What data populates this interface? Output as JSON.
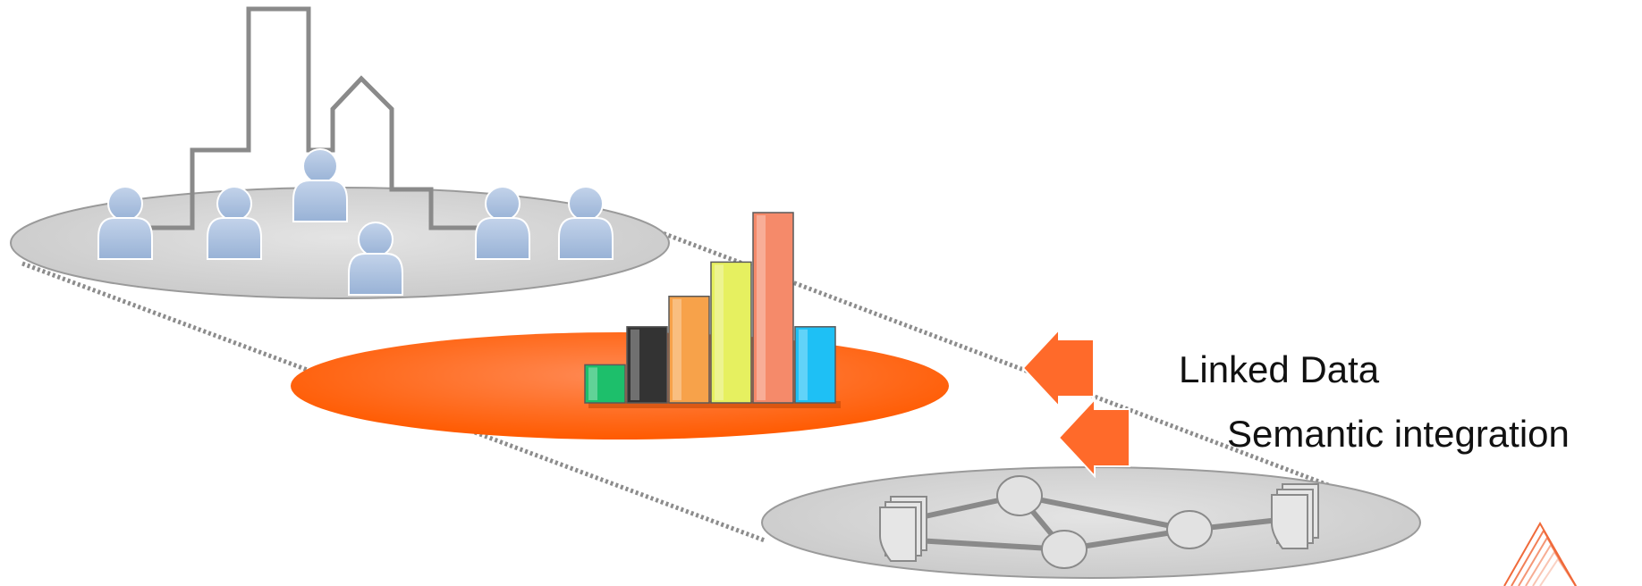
{
  "labels": {
    "linked_data": "Linked Data",
    "semantic_integration": "Semantic integration"
  },
  "layers": [
    {
      "name": "people-city-layer",
      "icons": [
        "person-icon",
        "building-icon"
      ]
    },
    {
      "name": "statistics-layer",
      "icons": [
        "bar-chart-icon"
      ]
    },
    {
      "name": "data-graph-layer",
      "icons": [
        "document-icon",
        "graph-node-icon"
      ]
    }
  ],
  "chart_bars": [
    {
      "value": 1,
      "color": "#1dbf6b"
    },
    {
      "value": 2,
      "color": "#333333"
    },
    {
      "value": 2.8,
      "color": "#f7a24a"
    },
    {
      "value": 3.7,
      "color": "#e6f060"
    },
    {
      "value": 5,
      "color": "#f58a6a"
    },
    {
      "value": 2,
      "color": "#1ec0f5"
    }
  ],
  "colors": {
    "gray_platform": "#d4d4d4",
    "orange_platform": "#ff6a1a",
    "arrow": "#ff6a2a",
    "person": "#aabfdc",
    "building_outline": "#8a8a8a",
    "logo": "#f06a3a"
  }
}
